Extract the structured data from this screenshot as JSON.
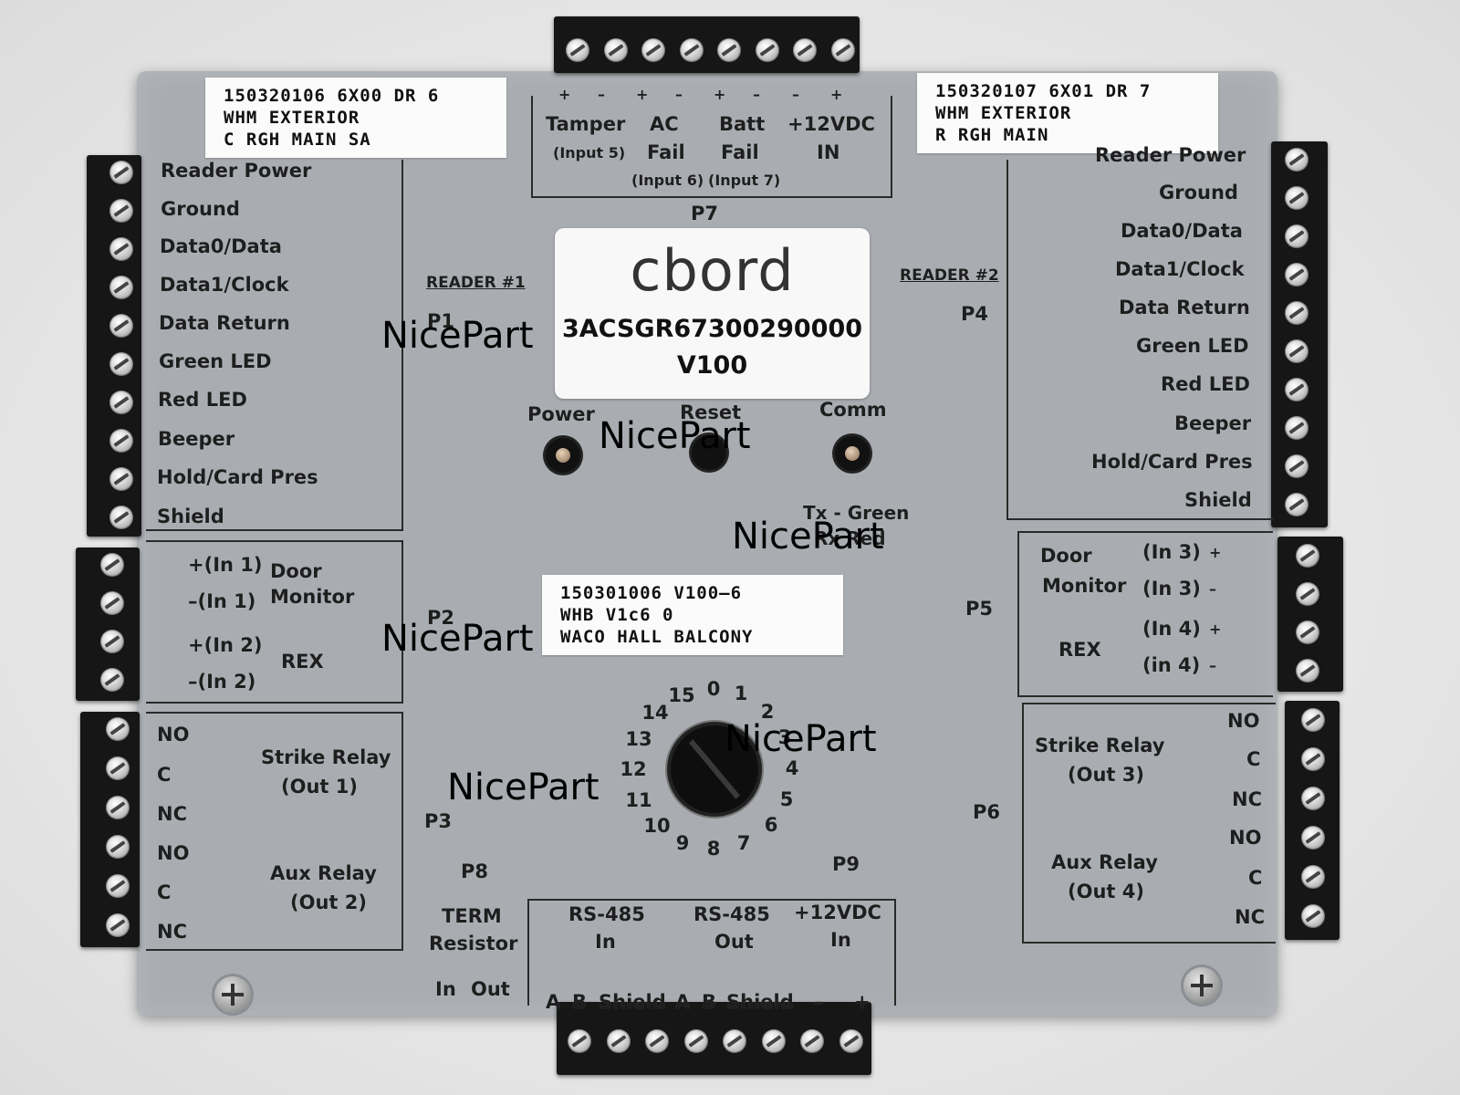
{
  "labels": {
    "left": {
      "r1": [
        "Reader Power",
        "Ground",
        "Data0/Data",
        "Data1/Clock",
        "Data Return",
        "Green LED",
        "Red LED",
        "Beeper",
        "Hold/Card Pres",
        "Shield"
      ],
      "door": [
        "+(In 1)",
        "–(In 1)",
        "+(In 2)",
        "–(In 2)"
      ],
      "door_title": [
        "Door",
        "Monitor"
      ],
      "rex": "REX",
      "relay": [
        "NO",
        "C",
        "NC",
        "NO",
        "C",
        "NC"
      ],
      "strike": [
        "Strike Relay",
        "(Out 1)"
      ],
      "aux": [
        "Aux Relay",
        "(Out 2)"
      ]
    },
    "right": {
      "r2": [
        "Reader Power",
        "Ground",
        "Data0/Data",
        "Data1/Clock",
        "Data Return",
        "Green LED",
        "Red LED",
        "Beeper",
        "Hold/Card Pres",
        "Shield"
      ],
      "door": [
        "(In 3)",
        "(In 3)",
        "(In 4)",
        "(in 4)"
      ],
      "door_signs": [
        "+",
        "–",
        "+",
        "–"
      ],
      "door_title": [
        "Door",
        "Monitor"
      ],
      "rex": "REX",
      "relay": [
        "NO",
        "C",
        "NC",
        "NO",
        "C",
        "NC"
      ],
      "strike": [
        "Strike Relay",
        "(Out 3)"
      ],
      "aux": [
        "Aux Relay",
        "(Out 4)"
      ]
    },
    "top": {
      "signs": [
        "+",
        "–",
        "+",
        "–",
        "+",
        "–",
        "–",
        "+"
      ],
      "tamper": [
        "Tamper",
        "(Input 5)"
      ],
      "ac": [
        "AC",
        "Fail",
        "(Input 6)"
      ],
      "batt": [
        "Batt",
        "Fail",
        "(Input 7)"
      ],
      "v12": [
        "+12VDC",
        "IN"
      ]
    },
    "ports": {
      "p1": "P1",
      "p2": "P2",
      "p3": "P3",
      "p4": "P4",
      "p5": "P5",
      "p6": "P6",
      "p7": "P7",
      "p8": "P8",
      "p9": "P9",
      "reader1": "READER #1",
      "reader2": "READER #2"
    },
    "leds": {
      "power": "Power",
      "reset": "Reset",
      "comm": "Comm",
      "tx": "Tx - Green",
      "rx": "Rx Red"
    },
    "bottom": {
      "term": [
        "TERM",
        "Resistor"
      ],
      "in": "In",
      "out": "Out",
      "rs_in": [
        "RS-485",
        "In"
      ],
      "rs_out": [
        "RS-485",
        "Out"
      ],
      "v12": [
        "+12VDC",
        "In"
      ],
      "pins": [
        "A",
        "B",
        "Shield",
        "A",
        "B",
        "Shield",
        "–",
        "+"
      ]
    }
  },
  "stickers": {
    "left": [
      "150320106 6X00 DR 6",
      "WHM EXTERIOR",
      "C RGH MAIN SA"
    ],
    "right": [
      "150320107 6X01 DR 7",
      "WHM EXTERIOR",
      "R RGH MAIN"
    ],
    "center": [
      "150301006 V100–6",
      "WHB V1c6 0",
      "WACO HALL BALCONY"
    ]
  },
  "logo": {
    "brand": "cbord",
    "serial": "3ACSGR67300290000",
    "version": "V100"
  },
  "dial": [
    "0",
    "1",
    "2",
    "3",
    "4",
    "5",
    "6",
    "7",
    "8",
    "9",
    "10",
    "11",
    "12",
    "13",
    "14",
    "15"
  ],
  "watermark": "NicePart"
}
